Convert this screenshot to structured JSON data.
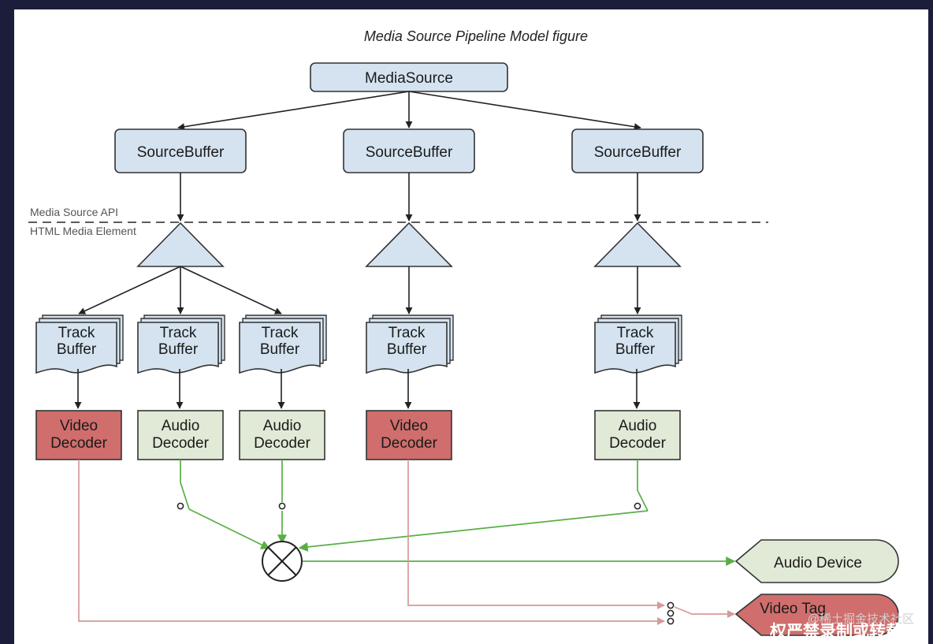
{
  "diagram": {
    "title": "Media Source Pipeline Model figure",
    "media_source": "MediaSource",
    "source_buffer_label": "SourceBuffer",
    "api_boundary": {
      "upper": "Media Source API",
      "lower": "HTML Media Element"
    },
    "track_buffer": [
      "Track",
      "Buffer"
    ],
    "video_decoder": [
      "Video",
      "Decoder"
    ],
    "audio_decoder": [
      "Audio",
      "Decoder"
    ],
    "audio_device": "Audio Device",
    "video_tag": "Video Tag",
    "colors": {
      "buffer_fill": "#d5e3f0",
      "video_fill": "#cf6e6c",
      "audio_fill": "#e1ead6",
      "audio_line": "#5aae45",
      "video_line": "#d69a9a"
    }
  },
  "overlay": {
    "watermark": "@稀土掘金技术社区",
    "caption": "权严禁录制或转载"
  }
}
